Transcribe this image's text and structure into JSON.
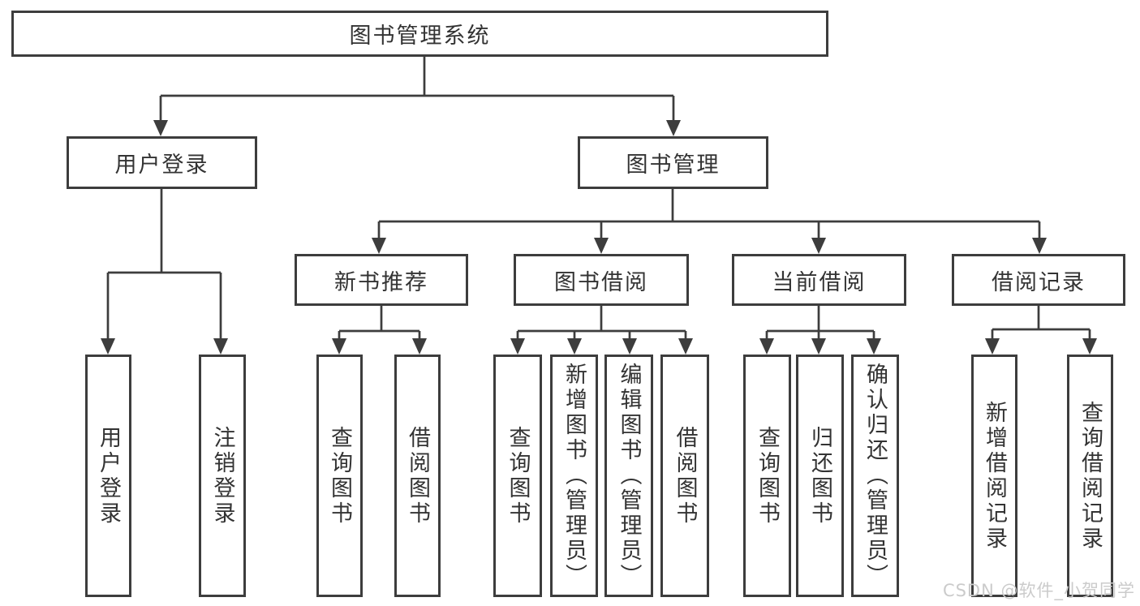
{
  "watermark": {
    "text": "CSDN @软件_小贺同学"
  },
  "colors": {
    "line": "#3d3d3d",
    "text": "#333333",
    "background": "#ffffff",
    "watermark": "#cbcbcb"
  },
  "tree": {
    "root": {
      "label": "图书管理系统"
    },
    "branches": [
      {
        "label": "用户登录",
        "children": [
          {
            "label": "用户登录"
          },
          {
            "label": "注销登录"
          }
        ]
      },
      {
        "label": "图书管理",
        "children": [
          {
            "label": "新书推荐",
            "children": [
              {
                "label": "查询图书"
              },
              {
                "label": "借阅图书"
              }
            ]
          },
          {
            "label": "图书借阅",
            "children": [
              {
                "label": "查询图书"
              },
              {
                "label": "新增图书（管理员）"
              },
              {
                "label": "编辑图书（管理员）"
              },
              {
                "label": "借阅图书"
              }
            ]
          },
          {
            "label": "当前借阅",
            "children": [
              {
                "label": "查询图书"
              },
              {
                "label": "归还图书"
              },
              {
                "label": "确认归还（管理员）"
              }
            ]
          },
          {
            "label": "借阅记录",
            "children": [
              {
                "label": "新增借阅记录"
              },
              {
                "label": "查询借阅记录"
              }
            ]
          }
        ]
      }
    ]
  }
}
